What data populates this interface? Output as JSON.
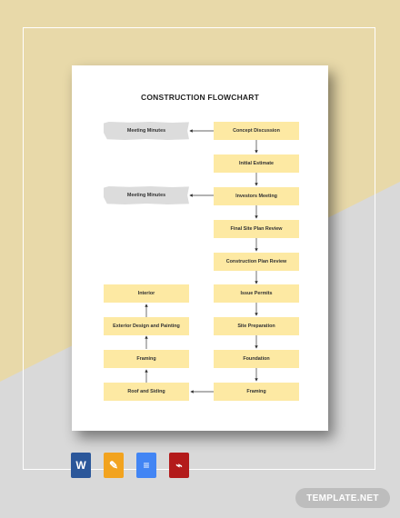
{
  "title": "CONSTRUCTION FLOWCHART",
  "nodes": {
    "concept": "Concept Discussion",
    "estimate": "Initial Estimate",
    "investors": "Investors Meeting",
    "site_review": "Final Site Plan Review",
    "plan_review": "Construction Plan Review",
    "permits": "Issue Permits",
    "site_prep": "Site Preparation",
    "foundation": "Foundation",
    "framing_right": "Framing",
    "roof": "Roof and Siding",
    "framing_left": "Framing",
    "exterior": "Exterior Design and Painting",
    "interior": "Interior",
    "minutes_1": "Meeting Minutes",
    "minutes_2": "Meeting Minutes"
  },
  "colors": {
    "step_fill": "#fde9a3",
    "note_fill": "#dcdcdc",
    "bg_left": "#e8d9a9",
    "bg_right": "#d9d9d9"
  },
  "file_icons": [
    "word-icon",
    "pages-icon",
    "google-docs-icon",
    "pdf-icon"
  ],
  "brand": "TEMPLATE.NET"
}
